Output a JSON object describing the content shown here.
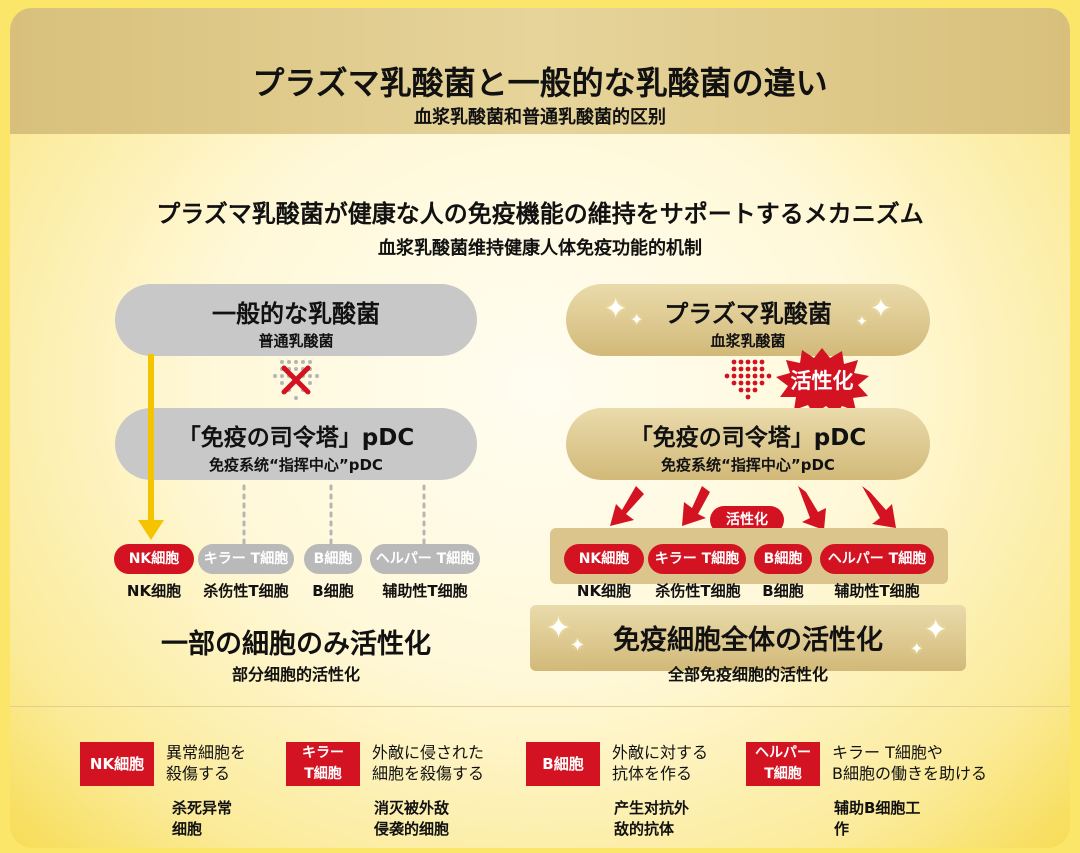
{
  "header": {
    "title": "プラズマ乳酸菌と一般的な乳酸菌の違い",
    "subtitle": "血浆乳酸菌和普通乳酸菌的区别"
  },
  "mechanism": {
    "title": "プラズマ乳酸菌が健康な人の免疫機能の維持をサポートするメカニズム",
    "subtitle": "血浆乳酸菌维持健康人体免疫功能的机制"
  },
  "left": {
    "top_pill": {
      "title": "一般的な乳酸菌",
      "sub": "普通乳酸菌"
    },
    "pdc_pill": {
      "title": "「免疫の司令塔」pDC",
      "sub": "免疫系统“指挥中心”pDC"
    },
    "cells": [
      {
        "badge": "NK細胞",
        "label": "NK细胞"
      },
      {
        "badge": "キラー T細胞",
        "label": "杀伤性T细胞"
      },
      {
        "badge": "B細胞",
        "label": "B细胞"
      },
      {
        "badge": "ヘルパー T細胞",
        "label": "辅助性T细胞"
      }
    ],
    "result": {
      "title": "一部の細胞のみ活性化",
      "sub": "部分细胞的活性化"
    }
  },
  "right": {
    "top_pill": {
      "title": "プラズマ乳酸菌",
      "sub": "血浆乳酸菌"
    },
    "activation_burst": "活性化",
    "pdc_pill": {
      "title": "「免疫の司令塔」pDC",
      "sub": "免疫系统“指挥中心”pDC"
    },
    "activation_tag": "活性化",
    "cells": [
      {
        "badge": "NK細胞",
        "label": "NK细胞"
      },
      {
        "badge": "キラー T細胞",
        "label": "杀伤性T细胞"
      },
      {
        "badge": "B細胞",
        "label": "B细胞"
      },
      {
        "badge": "ヘルパー T細胞",
        "label": "辅助性T细胞"
      }
    ],
    "result": {
      "title": "免疫細胞全体の活性化",
      "sub": "全部免疫细胞的活性化"
    }
  },
  "legend": [
    {
      "tag_line1": "NK細胞",
      "tag_line2": "",
      "jp_line1": "異常細胞を",
      "jp_line2": "殺傷する",
      "cn_line1": "杀死异常",
      "cn_line2": "细胞"
    },
    {
      "tag_line1": "キラー",
      "tag_line2": "T細胞",
      "jp_line1": "外敵に侵された",
      "jp_line2": "細胞を殺傷する",
      "cn_line1": "消灭被外敌",
      "cn_line2": "侵袭的细胞"
    },
    {
      "tag_line1": "B細胞",
      "tag_line2": "",
      "jp_line1": "外敵に対する",
      "jp_line2": "抗体を作る",
      "cn_line1": "产生对抗外",
      "cn_line2": "敌的抗体"
    },
    {
      "tag_line1": "ヘルパー",
      "tag_line2": "T細胞",
      "jp_line1": "キラー T細胞や",
      "jp_line2": "B細胞の働きを助ける",
      "cn_line1": "辅助B细胞工",
      "cn_line2": "作"
    }
  ],
  "colors": {
    "red": "#d31321",
    "gold": "#d8c07c",
    "gray": "#c8c8c8",
    "arrow_yellow": "#f5c400"
  }
}
